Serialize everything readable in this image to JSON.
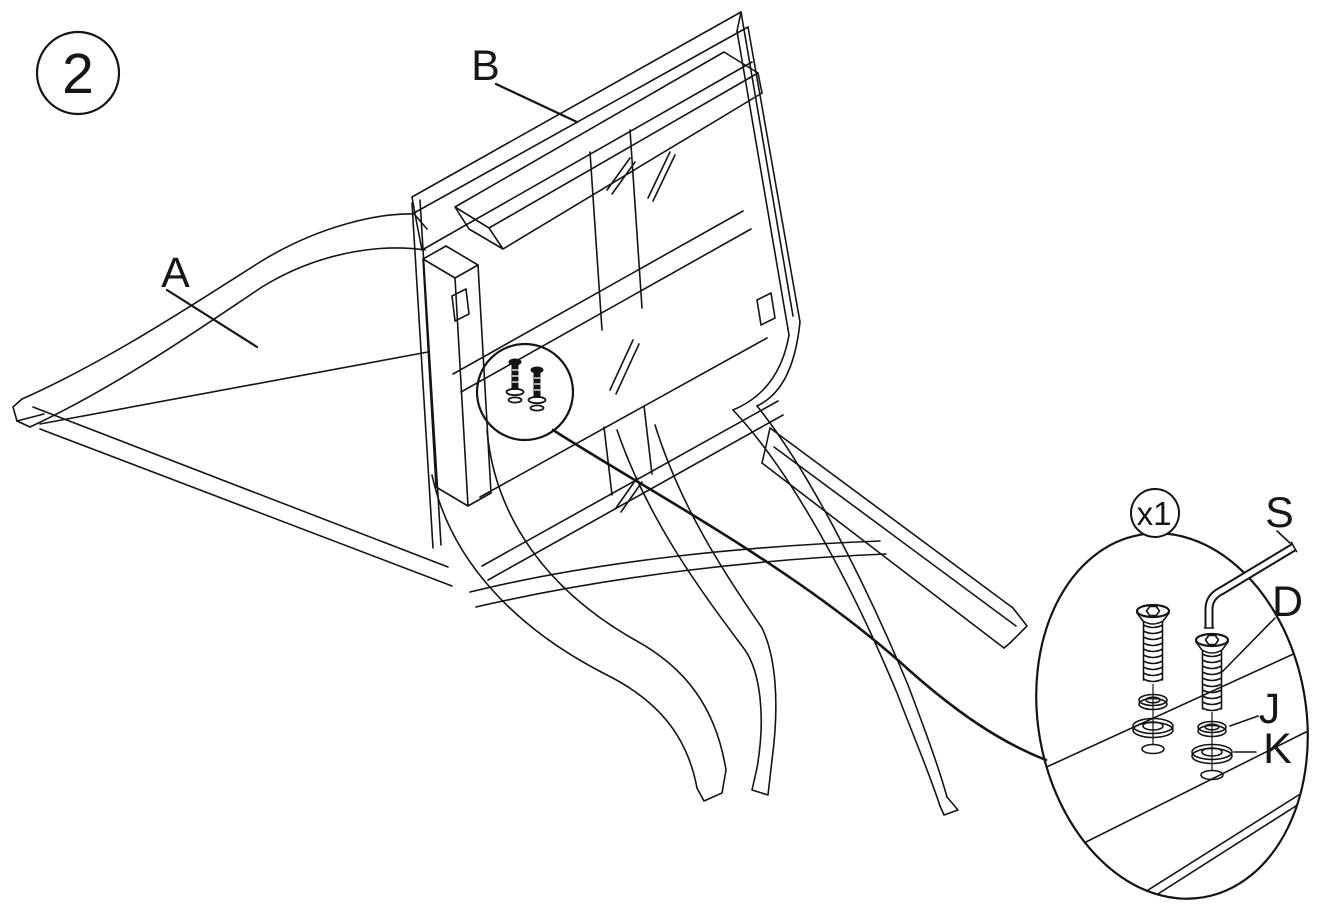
{
  "diagram": {
    "step_number": "2",
    "part_labels": {
      "leg_assembly": "A",
      "backrest_frame": "B"
    },
    "detail": {
      "quantity_badge": "x1",
      "hex_key_label": "S",
      "bolt_label": "D",
      "spring_washer_label": "J",
      "flat_washer_label": "K"
    },
    "colors": {
      "line": "#141414",
      "background": "#ffffff"
    }
  }
}
